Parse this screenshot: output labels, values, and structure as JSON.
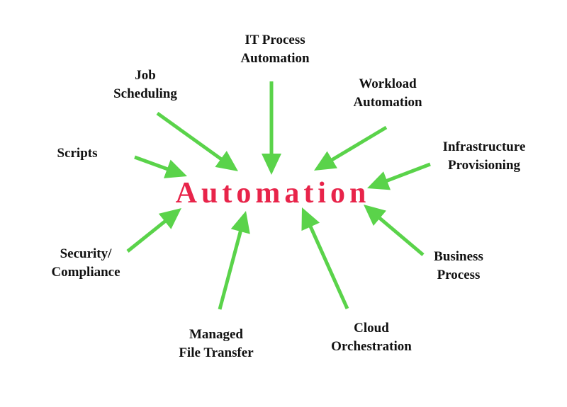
{
  "center": {
    "label": "Automation",
    "color": "#e8244a"
  },
  "arrow_color": "#5ad34a",
  "nodes": [
    {
      "lines": [
        "IT Process",
        "Automation"
      ]
    },
    {
      "lines": [
        "Job",
        "Scheduling"
      ]
    },
    {
      "lines": [
        "Workload",
        "Automation"
      ]
    },
    {
      "lines": [
        "Scripts"
      ]
    },
    {
      "lines": [
        "Infrastructure",
        "Provisioning"
      ]
    },
    {
      "lines": [
        "Security/",
        "Compliance"
      ]
    },
    {
      "lines": [
        "Managed",
        "File Transfer"
      ]
    },
    {
      "lines": [
        "Cloud",
        "Orchestration"
      ]
    },
    {
      "lines": [
        "Business",
        "Process"
      ]
    }
  ]
}
